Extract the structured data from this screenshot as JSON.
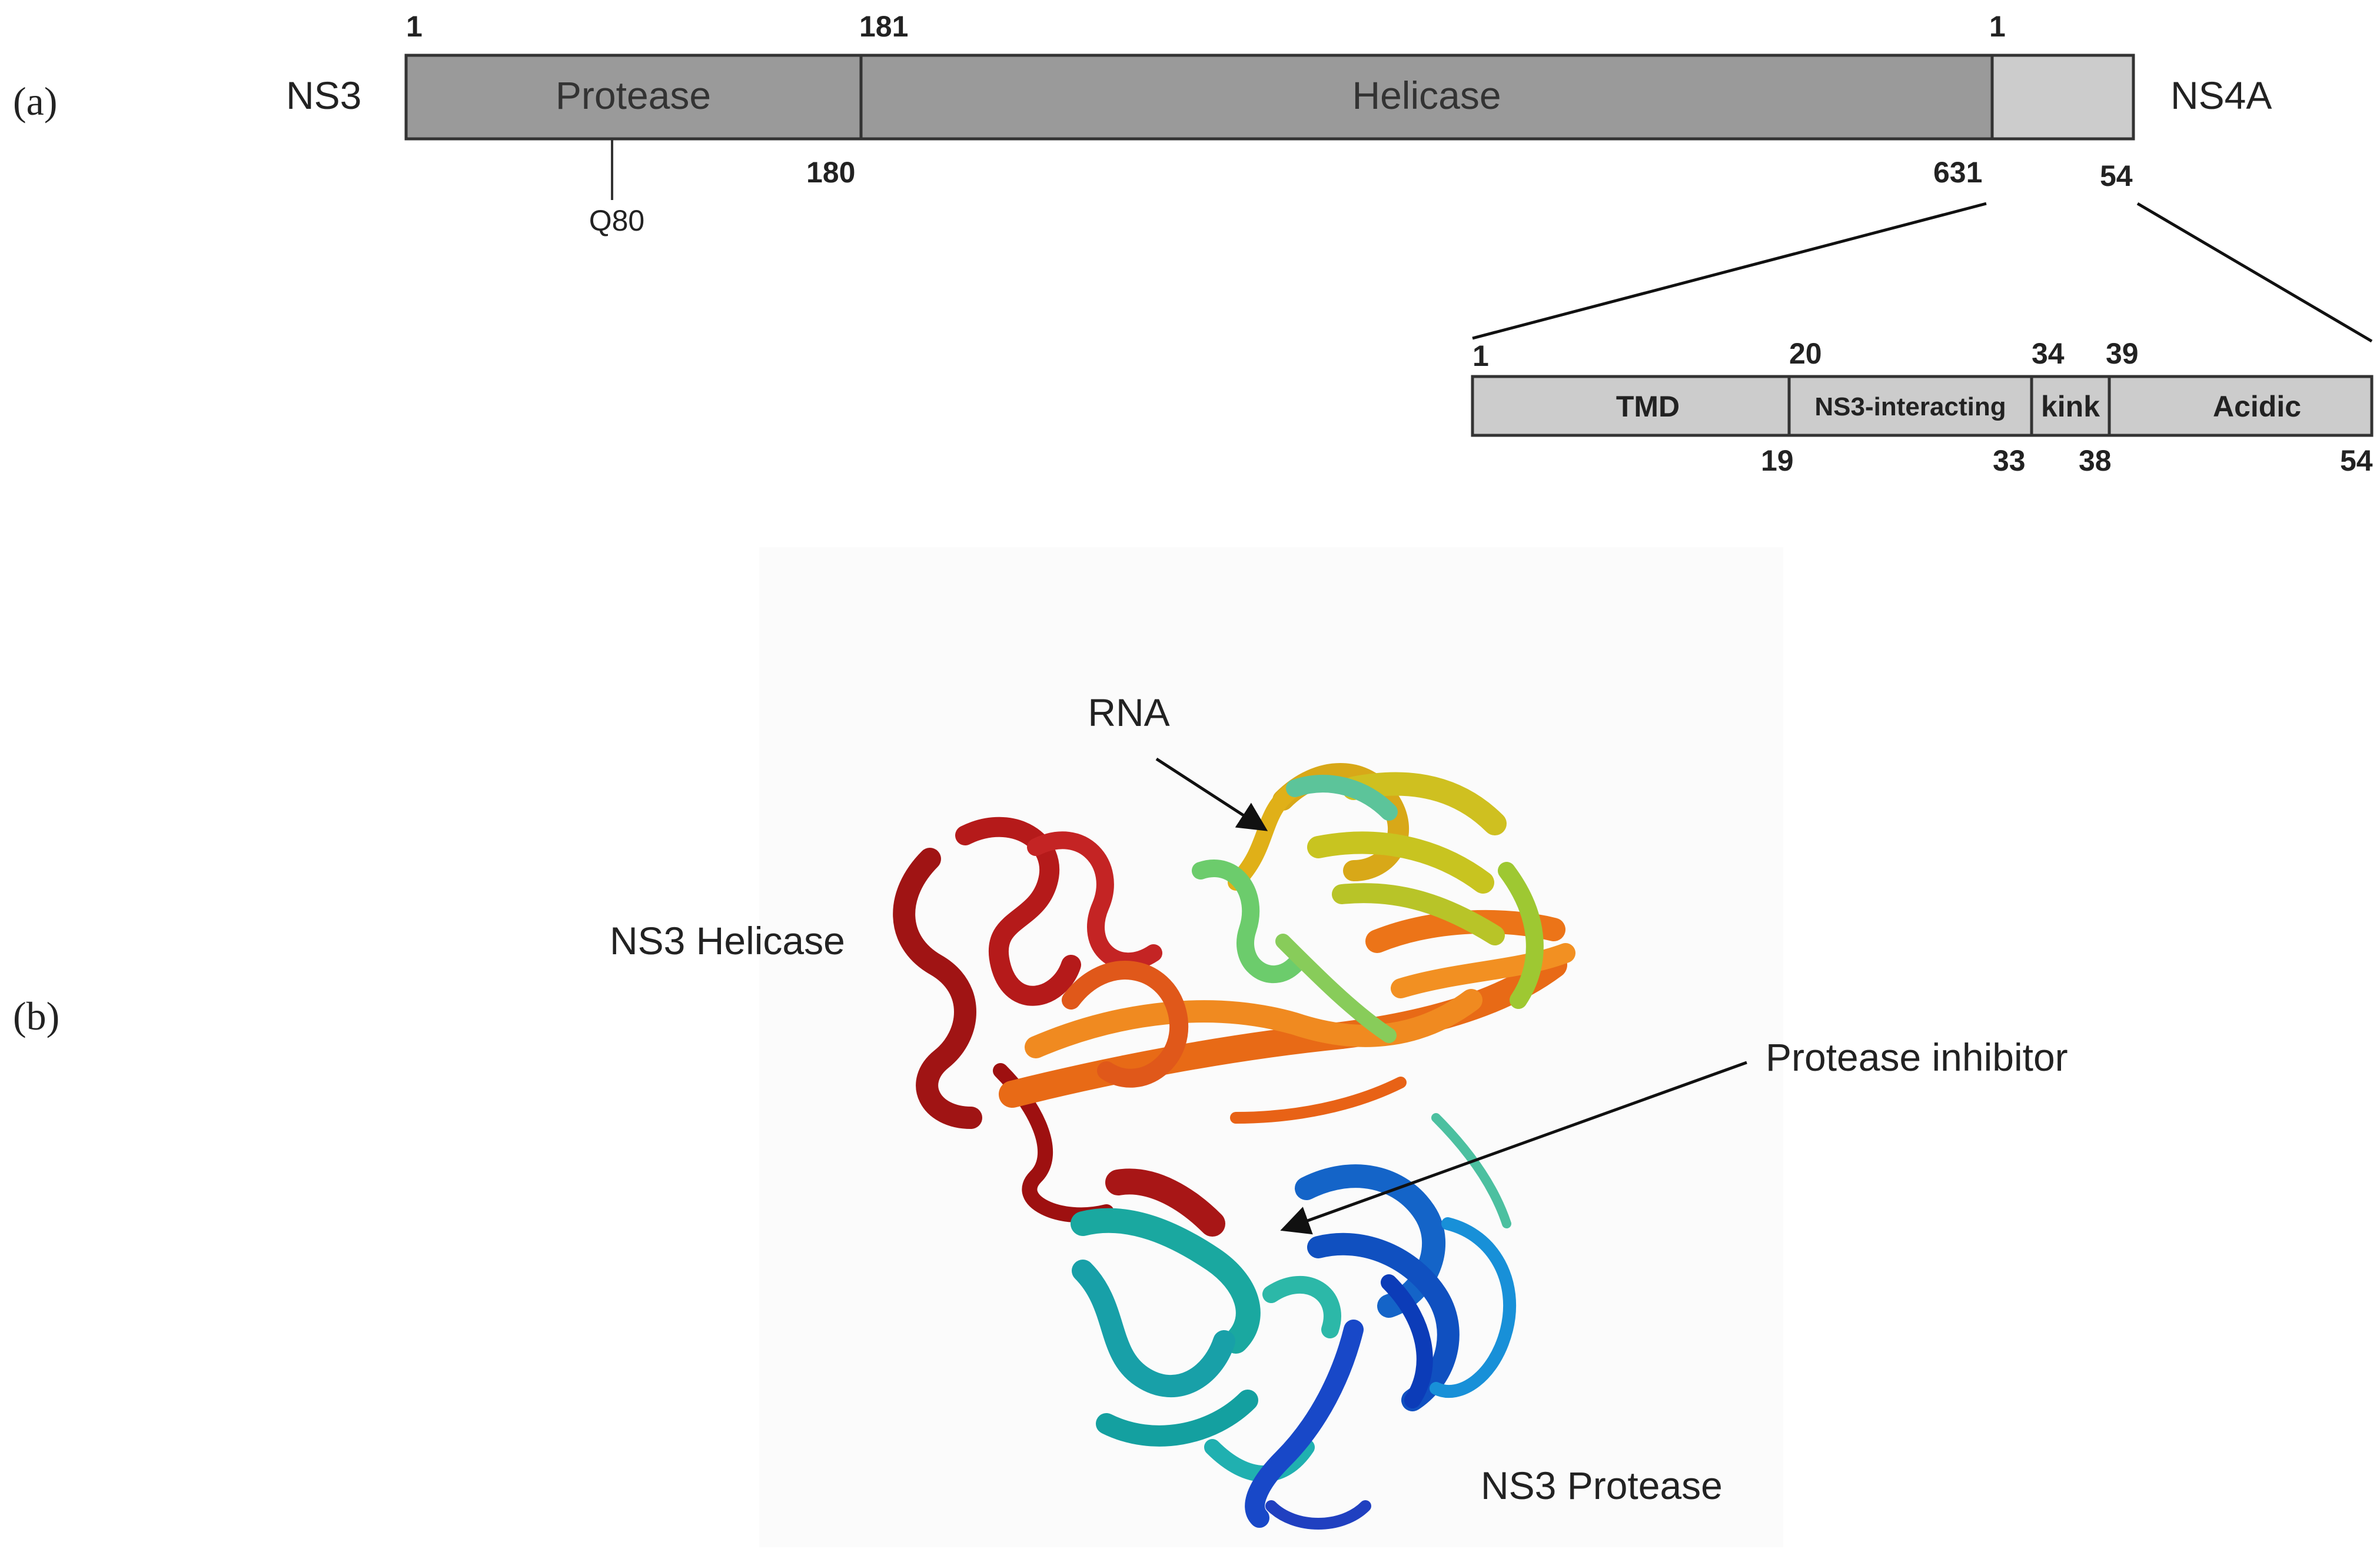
{
  "panels": {
    "a": "(a)",
    "b": "(b)"
  },
  "ns3": {
    "label": "NS3",
    "domains": [
      {
        "name": "Protease",
        "start": "1",
        "end": "180"
      },
      {
        "name": "Helicase",
        "start": "181",
        "end": "631"
      }
    ],
    "mutation": "Q80"
  },
  "ns4a": {
    "label": "NS4A",
    "start": "1",
    "end": "54",
    "detail": [
      {
        "name": "TMD",
        "start": "1",
        "end": "19"
      },
      {
        "name": "NS3-interacting",
        "start": "20",
        "end": "33"
      },
      {
        "name": "kink",
        "start": "34",
        "end": "38"
      },
      {
        "name": "Acidic",
        "start": "39",
        "end": "54"
      }
    ]
  },
  "structure": {
    "labels": {
      "rna": "RNA",
      "helicase": "NS3 Helicase",
      "inhibitor": "Protease inhibitor",
      "protease": "NS3 Protease"
    }
  },
  "colors": {
    "ns3_bar": "#9a9a9a",
    "ns4a_bar": "#cccccc",
    "helicase_red": "#b01818",
    "helicase_orange": "#ee7a18",
    "helicase_yellow": "#d8b818",
    "helicase_green": "#6cc66c",
    "protease_teal": "#1ea6a6",
    "protease_blue": "#1454c8"
  }
}
